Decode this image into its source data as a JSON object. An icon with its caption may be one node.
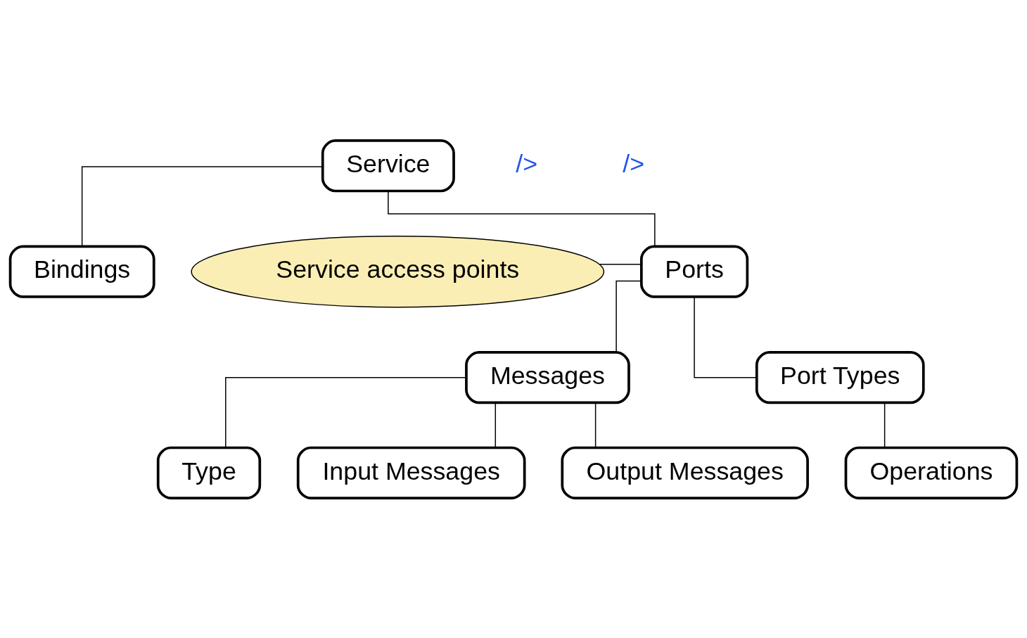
{
  "diagram": {
    "nodes": [
      {
        "text": [
          "Service"
        ]
      },
      {
        "text": [
          "Bindings"
        ]
      },
      {
        "text": [
          "Service access points"
        ]
      },
      {
        "text": [
          "Ports"
        ]
      },
      {
        "text": [
          "Messages"
        ]
      },
      {
        "text": [
          "Port Types"
        ]
      },
      {
        "text": [
          "Type"
        ]
      },
      {
        "text": [
          "Operations"
        ]
      },
      {
        "text": [
          "Input Messages"
        ]
      },
      {
        "text": [
          "Output Messages"
        ]
      }
    ],
    "edges": [
      {
        "from": 0,
        "to": 1,
        "arrow": "none"
      },
      {
        "from": 0,
        "to": 3,
        "arrow": "none"
      },
      {
        "from": 2,
        "to": 3,
        "arrow": "none"
      },
      {
        "from": 3,
        "to": 4,
        "arrow": "none"
      },
      {
        "from": 3,
        "to": 5,
        "arrow": "none"
      },
      {
        "from": 4,
        "to": 6,
        "arrow": "none"
      },
      {
        "from": 4,
        "to": 8,
        "arrow": "none"
      },
      {
        "from": 4,
        "to": 9,
        "arrow": "none"
      },
      {
        "from": 5,
        "to": 7,
        "arrow": "none"
      }
    ],
    "labels": [
      "/>",
      "/>"
    ]
  }
}
